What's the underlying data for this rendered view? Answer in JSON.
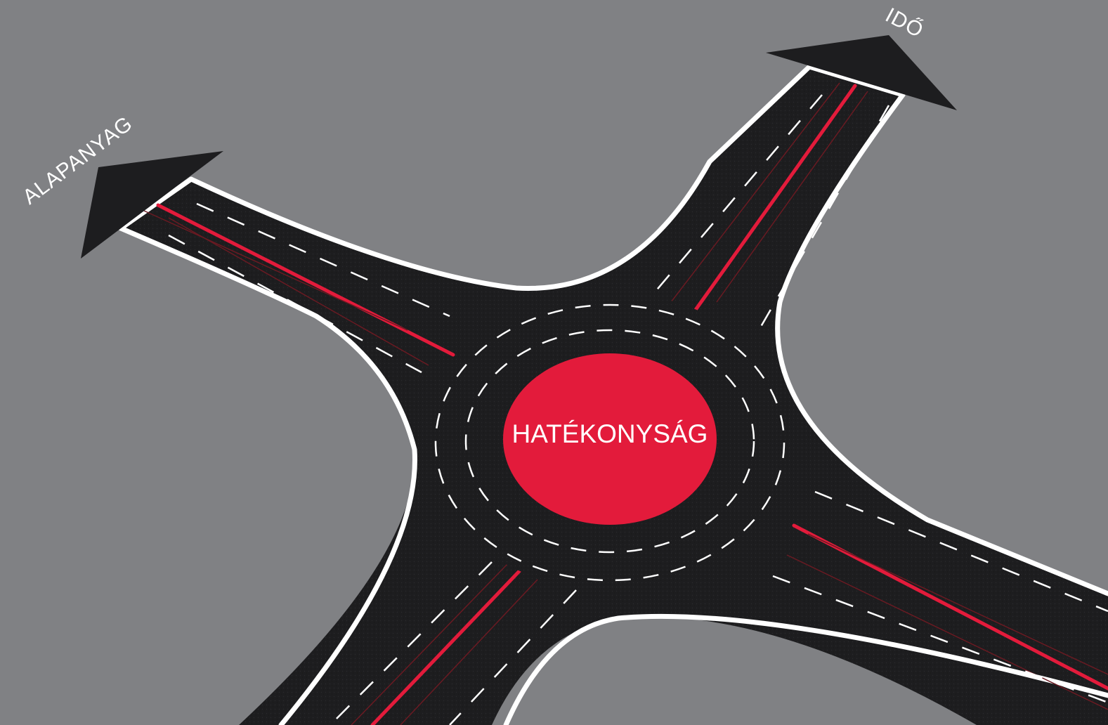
{
  "diagram": {
    "hub": {
      "label": "HATÉKONYSÁG"
    },
    "arrows": [
      {
        "label": "ALAPANYAG"
      },
      {
        "label": "IDŐ"
      }
    ]
  },
  "colors": {
    "background": "#808184",
    "asphalt": "#1d1d1f",
    "edge_line": "#ffffff",
    "accent_red": "#e31b3b"
  }
}
